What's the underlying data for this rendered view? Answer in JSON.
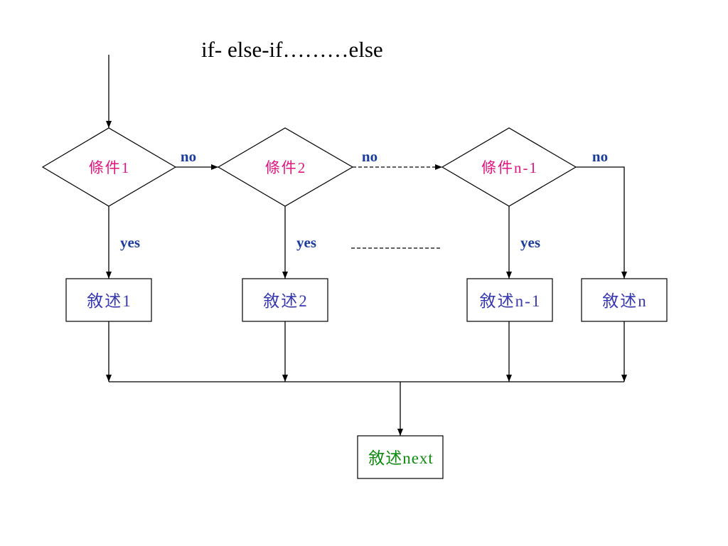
{
  "title": "if- else-if………else",
  "colors": {
    "condition_text": "#e0147f",
    "statement_text": "#3838b0",
    "next_text": "#108a10",
    "branch_label": "#1a3c9c",
    "line": "#000000"
  },
  "conditions": [
    {
      "label": "條件1"
    },
    {
      "label": "條件2"
    },
    {
      "label": "條件n-1"
    }
  ],
  "statements": [
    {
      "label": "敘述1"
    },
    {
      "label": "敘述2"
    },
    {
      "label": "敘述n-1"
    },
    {
      "label": "敘述n"
    }
  ],
  "next_statement": {
    "label": "敘述next"
  },
  "no_labels": [
    "no",
    "no",
    "no"
  ],
  "yes_labels": [
    "yes",
    "yes",
    "yes"
  ]
}
